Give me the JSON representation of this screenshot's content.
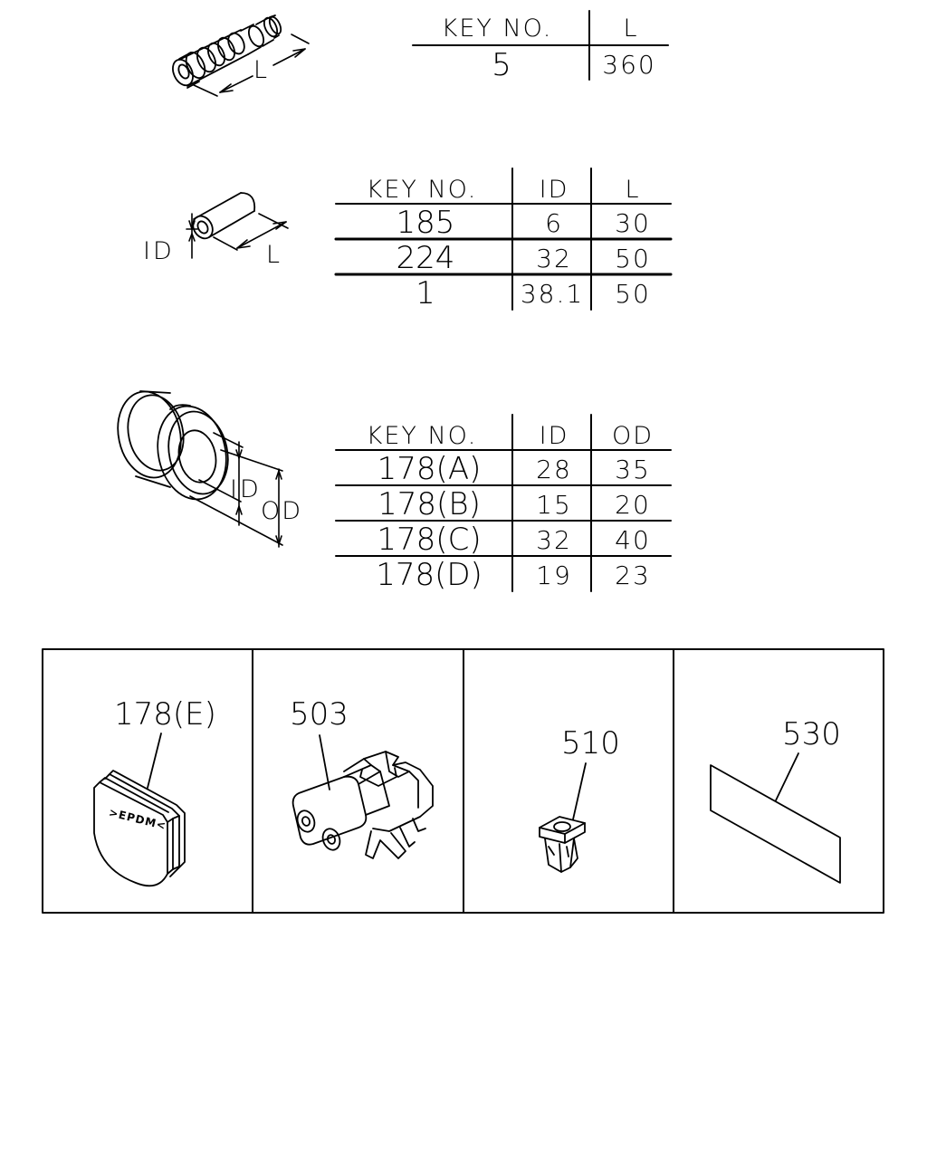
{
  "table_hose": {
    "headers": [
      "KEY NO.",
      "L"
    ],
    "rows": [
      [
        "5",
        "360"
      ]
    ]
  },
  "table_tube": {
    "headers": [
      "KEY NO.",
      "ID",
      "L"
    ],
    "rows": [
      [
        "185",
        "6",
        "30"
      ],
      [
        "224",
        "32",
        "50"
      ],
      [
        "1",
        "38.1",
        "50"
      ]
    ]
  },
  "table_grommet": {
    "headers": [
      "KEY NO.",
      "ID",
      "OD"
    ],
    "rows": [
      [
        "178(A)",
        "28",
        "35"
      ],
      [
        "178(B)",
        "15",
        "20"
      ],
      [
        "178(C)",
        "32",
        "40"
      ],
      [
        "178(D)",
        "19",
        "23"
      ]
    ]
  },
  "dims": {
    "hose_l": "L",
    "tube_id": "ID",
    "tube_l": "L",
    "grommet_id": "ID",
    "grommet_od": "OD"
  },
  "panels": [
    {
      "callout": "178(E)",
      "stamp": ">EPDM<"
    },
    {
      "callout": "503"
    },
    {
      "callout": "510"
    },
    {
      "callout": "530"
    }
  ]
}
